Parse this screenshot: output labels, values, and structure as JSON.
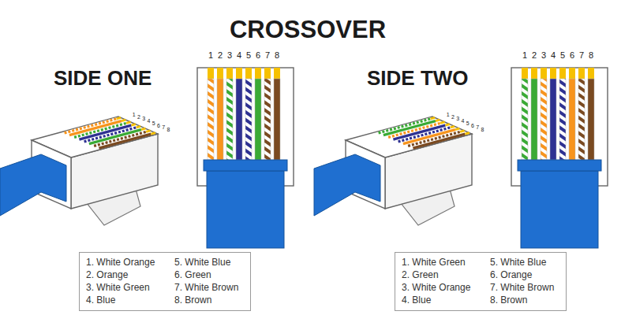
{
  "diagram": {
    "title": "CROSSOVER",
    "nodes": [
      {
        "text": [
          "1. White Orange",
          "2. Orange",
          "3. White Green",
          "4. Blue",
          "5. White Blue",
          "6. Green",
          "7. White Brown",
          "8. Brown"
        ]
      },
      {
        "text": [
          "1. White Green",
          "2. Green",
          "3. White Orange",
          "4. Blue",
          "5. White Blue",
          "6. Orange",
          "7. White Brown",
          "8. Brown"
        ]
      }
    ],
    "labels": [
      "1",
      "2",
      "3",
      "4",
      "5",
      "6",
      "7",
      "8",
      "SIDE ONE",
      "1",
      "2",
      "3",
      "4",
      "5",
      "6",
      "7",
      "8",
      "1",
      "2",
      "3",
      "4",
      "5",
      "6",
      "7",
      "8",
      "SIDE TWO",
      "1",
      "2",
      "3",
      "4",
      "5",
      "6",
      "7",
      "8"
    ]
  }
}
